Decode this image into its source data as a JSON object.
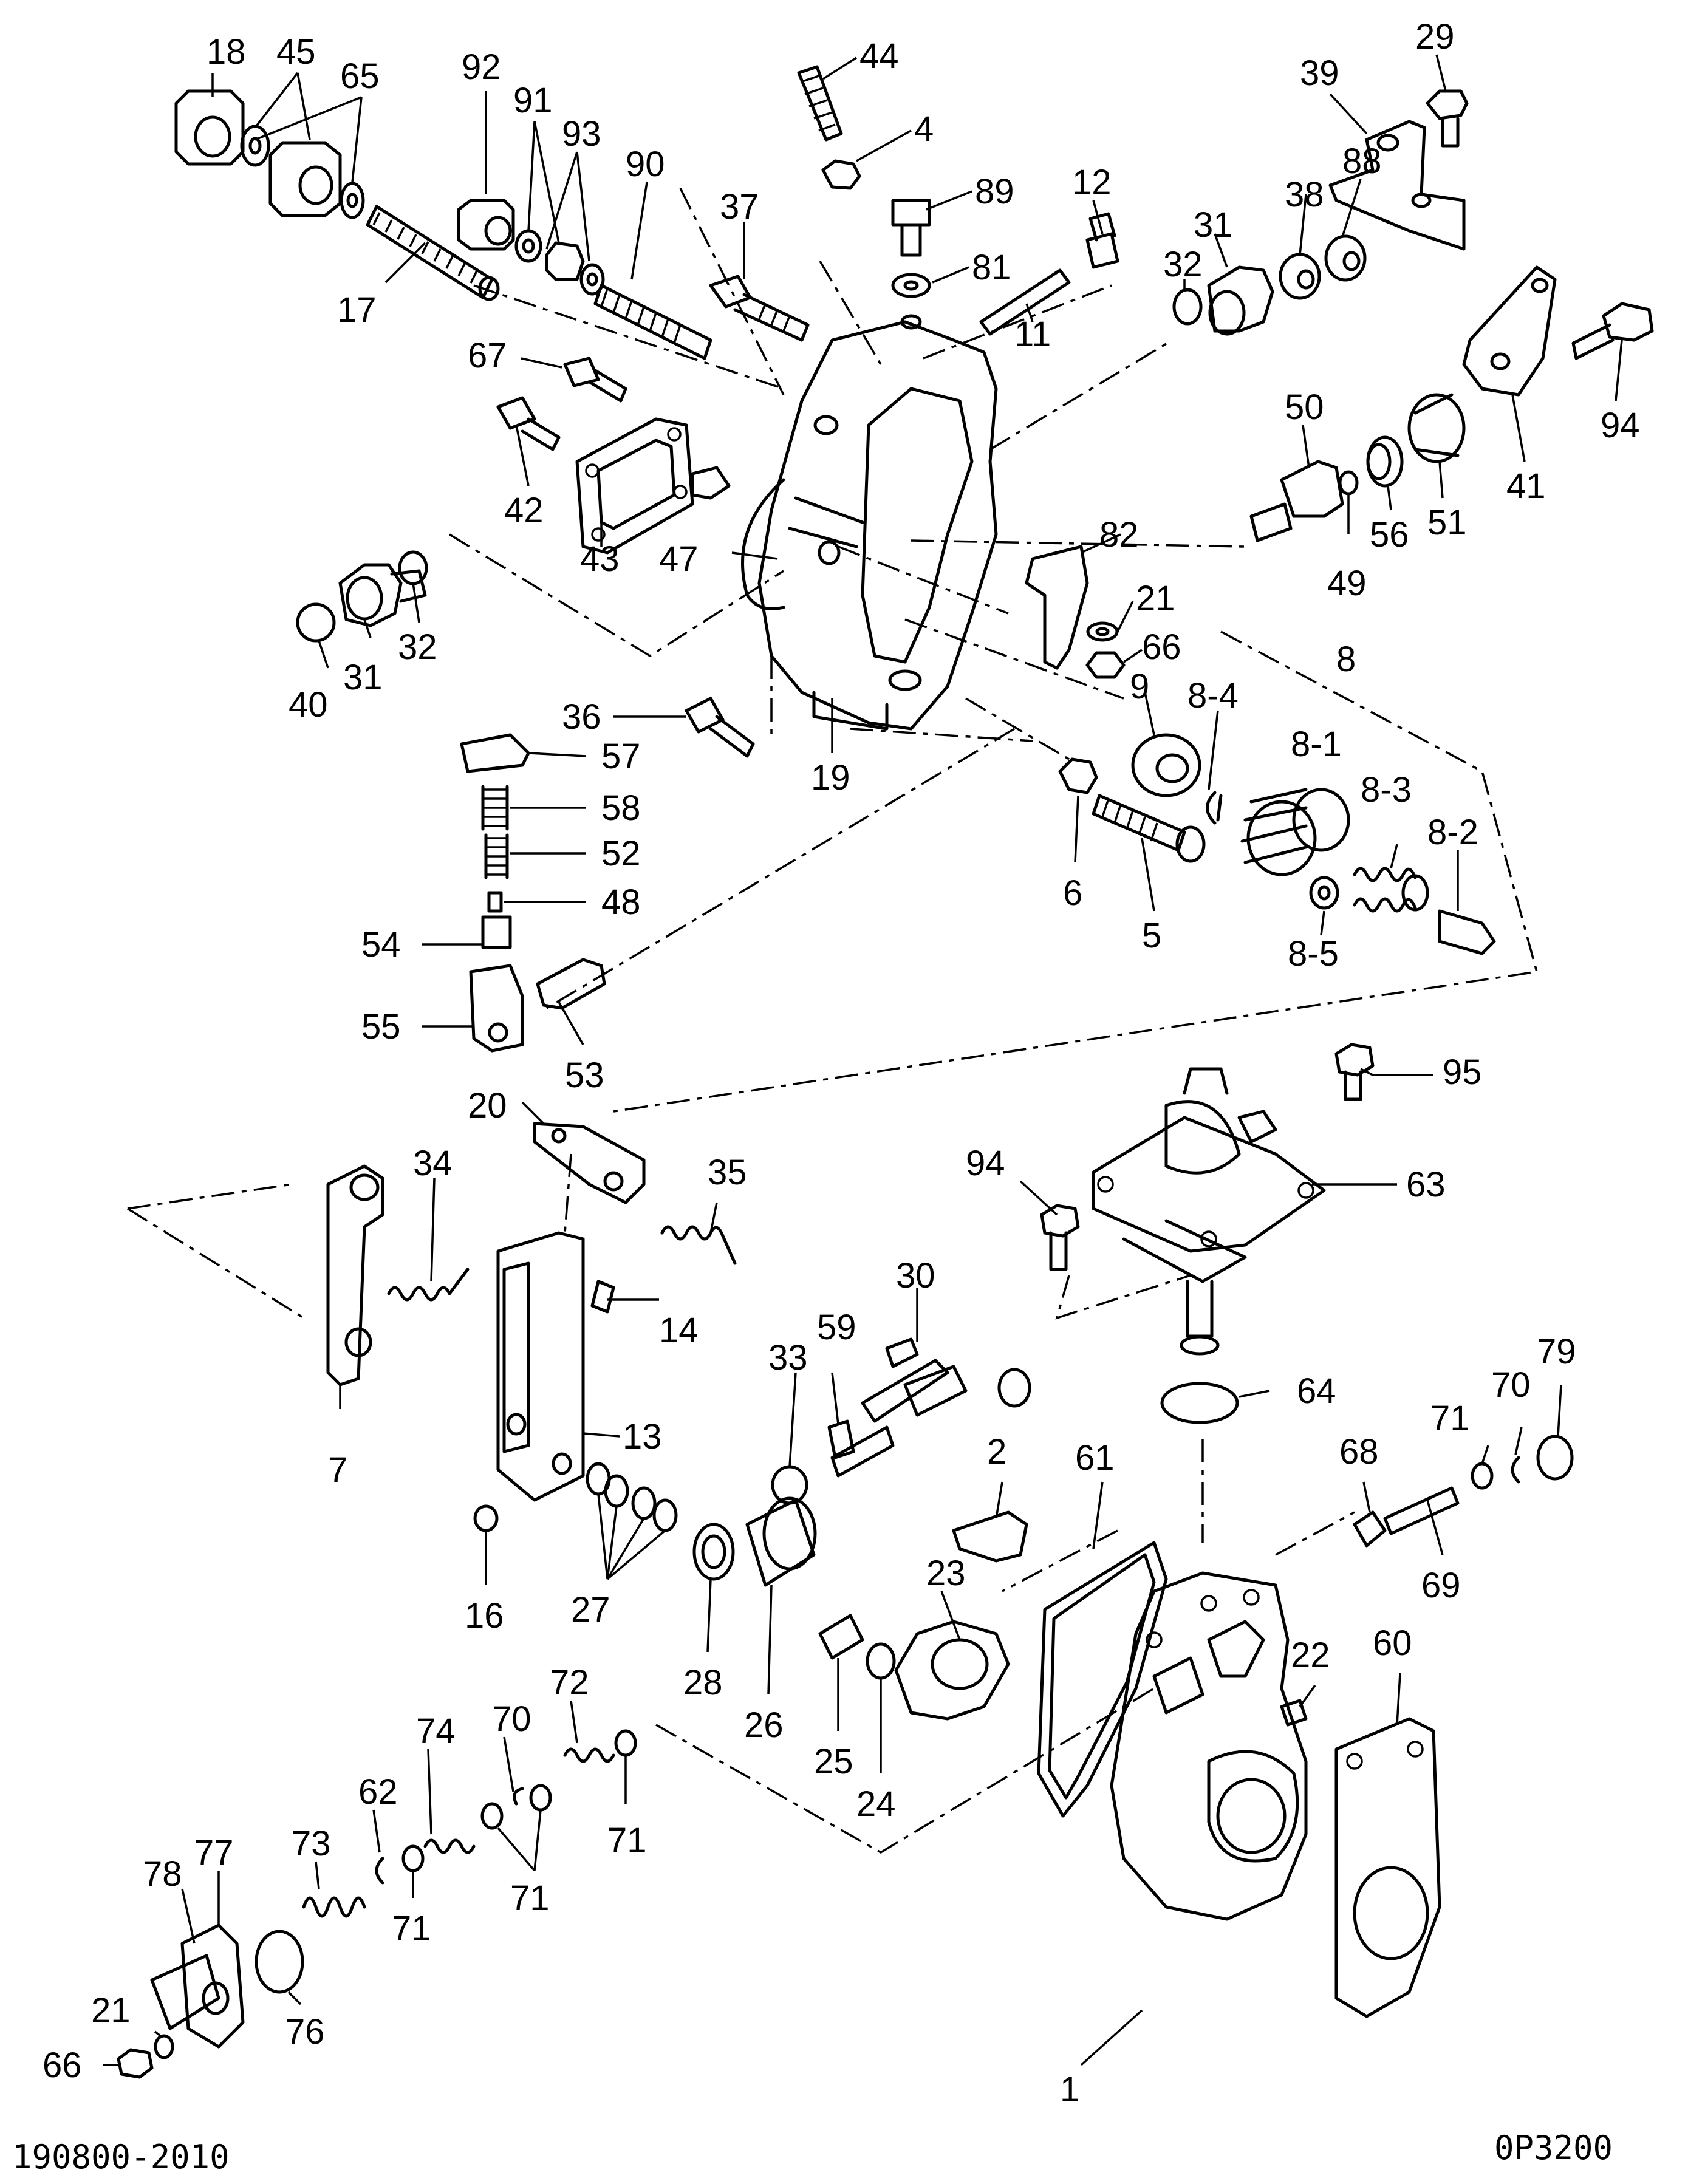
{
  "footer": {
    "left_code": "190800-2010",
    "right_code": "0P3200"
  },
  "labels": {
    "l18": "18",
    "l45": "45",
    "l65": "65",
    "l92": "92",
    "l91": "91",
    "l93": "93",
    "l90": "90",
    "l44": "44",
    "l4": "4",
    "l89": "89",
    "l37": "37",
    "l12": "12",
    "l81": "81",
    "l39": "39",
    "l29": "29",
    "l38": "38",
    "l88": "88",
    "l31a": "31",
    "l32a": "32",
    "l17": "17",
    "l11": "11",
    "l67": "67",
    "l42": "42",
    "l43": "43",
    "l50": "50",
    "l94a": "94",
    "l41": "41",
    "l51": "51",
    "l56": "56",
    "l49": "49",
    "l47": "47",
    "l82": "82",
    "l21a": "21",
    "l66a": "66",
    "l40": "40",
    "l31b": "31",
    "l32b": "32",
    "l9": "9",
    "l8": "8",
    "l8_4": "8-4",
    "l8_1": "8-1",
    "l8_3": "8-3",
    "l8_2": "8-2",
    "l8_5": "8-5",
    "l36": "36",
    "l19": "19",
    "l57": "57",
    "l58": "58",
    "l52": "52",
    "l48": "48",
    "l54": "54",
    "l55": "55",
    "l53": "53",
    "l6": "6",
    "l5": "5",
    "l95": "95",
    "l20": "20",
    "l34": "34",
    "l35": "35",
    "l94b": "94",
    "l63": "63",
    "l14": "14",
    "l30": "30",
    "l59": "59",
    "l33": "33",
    "l64": "64",
    "l7": "7",
    "l13": "13",
    "l2": "2",
    "l61": "61",
    "l68": "68",
    "l71a": "71",
    "l70a": "70",
    "l79": "79",
    "l16": "16",
    "l27": "27",
    "l23": "23",
    "l28": "28",
    "l26": "26",
    "l25": "25",
    "l24": "24",
    "l69": "69",
    "l22": "22",
    "l60": "60",
    "l74": "74",
    "l70b": "70",
    "l72": "72",
    "l62": "62",
    "l73": "73",
    "l71b": "71",
    "l71c": "71",
    "l71d": "71",
    "l78": "78",
    "l77": "77",
    "l76": "76",
    "l21b": "21",
    "l66b": "66",
    "l1": "1"
  }
}
